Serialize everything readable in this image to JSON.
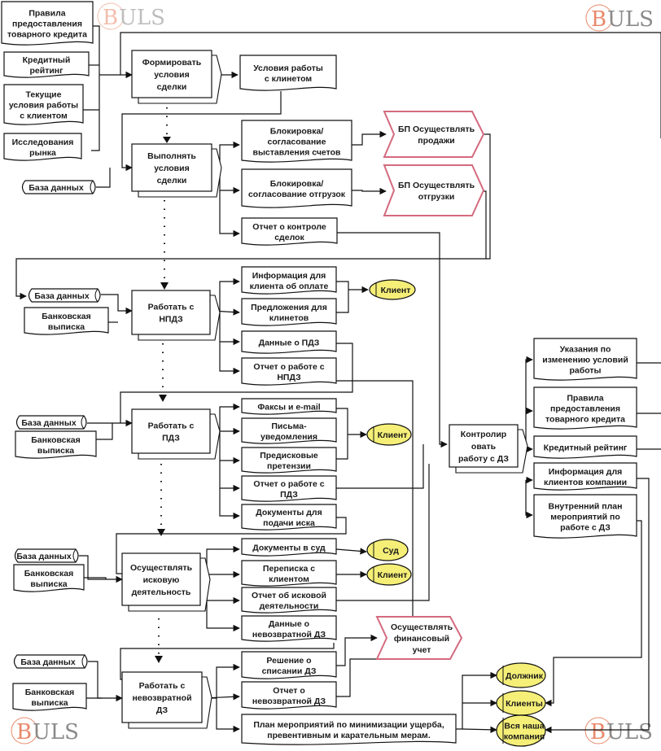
{
  "watermark": {
    "b": "B",
    "rest": "ULS"
  },
  "colors": {
    "line": "#111111",
    "process_fill": "#ffffff",
    "external_stroke": "#d46a7e",
    "entity_fill": "#f5ef78",
    "watermark_b": "#e8896a",
    "watermark_text": "#8a8a8a"
  },
  "processes": {
    "p1": [
      "Формировать",
      "условия",
      "сделки"
    ],
    "p2": [
      "Выполнять",
      "условия",
      "сделки"
    ],
    "p3": [
      "Работать с",
      "НПДЗ"
    ],
    "p4": [
      "Работать с",
      "ПДЗ"
    ],
    "p5": [
      "Осуществлять",
      "исковую",
      "деятельность"
    ],
    "p6": [
      "Работать с",
      "невозвратной",
      "ДЗ"
    ],
    "p7": [
      "Контролир",
      "овать",
      "работу с ДЗ"
    ]
  },
  "inputs": {
    "rules": [
      "Правила",
      "предоставления",
      "товарного кредита"
    ],
    "rating": [
      "Кредитный",
      "рейтинг"
    ],
    "current": [
      "Текущие",
      "условия работы",
      "с клиентом"
    ],
    "research": [
      "Исследования",
      "рынка"
    ],
    "db": "База данных",
    "bank": [
      "Банковская",
      "выписка"
    ]
  },
  "documents": {
    "terms": [
      "Условия работы",
      "с клинетом"
    ],
    "block_inv": [
      "Блокировка/",
      "согласование",
      "выставления счетов"
    ],
    "block_ship": [
      "Блокировка/",
      "согласование отгрузок"
    ],
    "deal_report": [
      "Отчет о контроле",
      "сделок"
    ],
    "pay_info": [
      "Информация для",
      "клиента об оплате"
    ],
    "offers": [
      "Предложения для",
      "клинетов"
    ],
    "pdz_data": [
      "Данные о ПДЗ"
    ],
    "npdz_report": [
      "Отчет о работе с",
      "НПДЗ"
    ],
    "fax": [
      "Факсы и e-mail"
    ],
    "letters": [
      "Письма-",
      "уведомления"
    ],
    "claims": [
      "Предисковые",
      "претензии"
    ],
    "pdz_report": [
      "Отчет о работе с",
      "ПДЗ"
    ],
    "suit_docs": [
      "Документы для",
      "подачи иска"
    ],
    "court_docs": [
      "Документы в суд"
    ],
    "corresp": [
      "Переписка с",
      "клиентом"
    ],
    "suit_report": [
      "Отчет об исковой",
      "деятельности"
    ],
    "bad_data": [
      "Данные о",
      "невозвратной ДЗ"
    ],
    "writeoff": [
      "Решение о",
      "списании ДЗ"
    ],
    "bad_report": [
      "Отчет о",
      "невозвратной ДЗ"
    ],
    "plan": [
      "План мероприятий по минимизации ущерба,",
      "превентивным и карательным мерам."
    ],
    "change_terms": [
      "Указания по",
      "изменению условий",
      "работы"
    ],
    "rules_out": [
      "Правила",
      "предоставления",
      "товарного кредита"
    ],
    "rating_out": [
      "Кредитный рейтинг"
    ],
    "client_info": [
      "Информация для",
      "клиентов компании"
    ],
    "inner_plan": [
      "Внутренний план",
      "мероприятий по",
      "работе с ДЗ"
    ]
  },
  "external_processes": {
    "sales": [
      "БП Осуществлять",
      "продажи"
    ],
    "shipping": [
      "БП Осуществлять",
      "отгрузки"
    ],
    "finance": [
      "Осуществлять",
      "финансовый",
      "учет"
    ]
  },
  "entities": {
    "client": "Клиент",
    "court": "Суд",
    "debtor": "Должник",
    "clients": "Клиенты",
    "company": [
      "Вся наша",
      "компания"
    ]
  }
}
